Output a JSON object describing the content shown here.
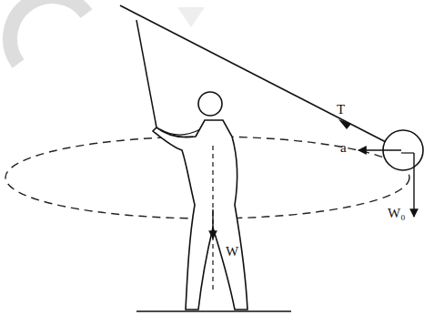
{
  "diagram": {
    "labels": [
      "T",
      "a",
      "W",
      "W₀"
    ]
  }
}
